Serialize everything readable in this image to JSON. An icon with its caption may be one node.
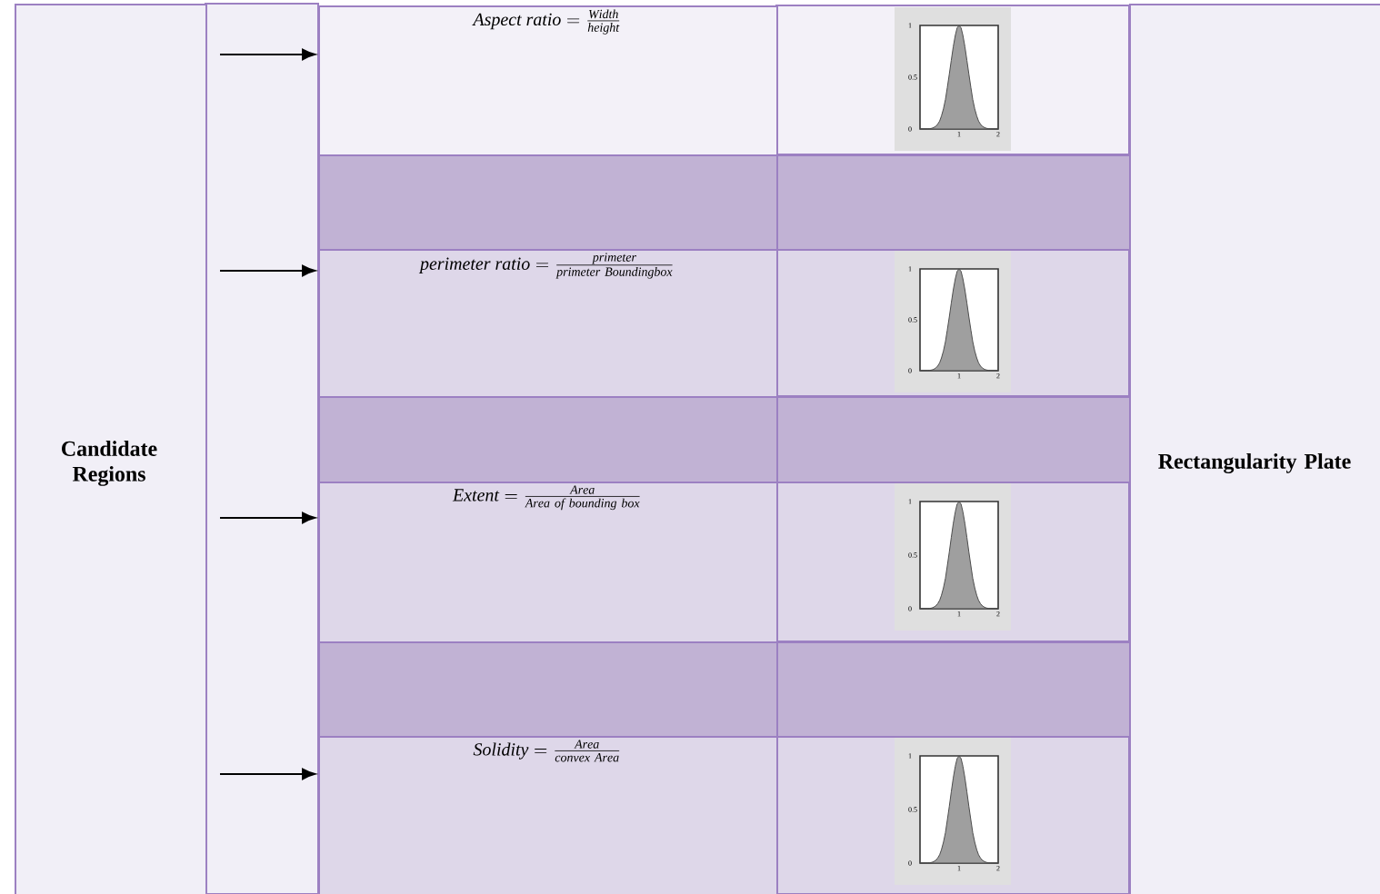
{
  "diagram": {
    "nodes": [
      {
        "text": [
          "Candidate Regions"
        ]
      },
      {
        "text": [
          "\\mathit{Aspect\\ ratio}=\\frac{\\mathit{Width}}{\\mathit{height}}"
        ]
      },
      {
        "text": [],
        "shape": "box"
      },
      {
        "text": [],
        "shape": "box"
      },
      {
        "text": [
          "\\mathit{perimeter\\ ratio}=\\frac{\\mathit{primeter}}{\\mathit{primeter\\ Boundingbox}}"
        ]
      },
      {
        "text": [],
        "shape": "box"
      },
      {
        "text": [],
        "shape": "box"
      },
      {
        "text": [
          "\\mathit{Extent}=\\frac{\\mathit{Area}}{\\mathit{Area\\ of\\ bounding\\ box}}"
        ]
      },
      {
        "text": [],
        "shape": "box"
      },
      {
        "text": [],
        "shape": "box"
      },
      {
        "text": [
          "\\mathit{Solidity}=\\frac{\\mathit{Area}}{\\mathit{convex\\ Area}}"
        ]
      },
      {
        "text": [
          "Rectangularity Plate"
        ]
      }
    ],
    "edges": [
      {
        "from": 0,
        "to": 1,
        "arrow": "to"
      },
      {
        "from": 0,
        "to": 4,
        "arrow": "to"
      },
      {
        "from": 0,
        "to": 7,
        "arrow": "to"
      },
      {
        "from": 0,
        "to": 10,
        "arrow": "to"
      }
    ],
    "labels": [
      "1",
      "0.5",
      "0",
      "1",
      "2",
      "1",
      "0.5",
      "0",
      "1",
      "2",
      "1",
      "0.5",
      "0",
      "1",
      "2",
      "1",
      "0.5",
      "0",
      "1",
      "2"
    ]
  }
}
